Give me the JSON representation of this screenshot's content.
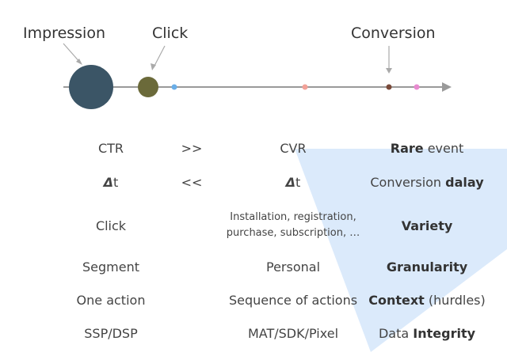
{
  "timeline": {
    "labels": {
      "impression": "Impression",
      "click": "Click",
      "conversion": "Conversion"
    }
  },
  "rows": [
    {
      "col1": "CTR",
      "op": ">>",
      "col2": "CVR",
      "col3_bold": "Rare",
      "col3_rest": " event",
      "bold_first": true
    },
    {
      "col1_delta": "Δ",
      "col1": "t",
      "op": "<<",
      "col2_delta": "Δ",
      "col2": "t",
      "col3_rest": "Conversion ",
      "col3_bold": "dalay",
      "bold_first": false
    },
    {
      "col1": "Click",
      "op": "",
      "col2_line1": "Installation, registration,",
      "col2_line2": "purchase, subscription, …",
      "col3_bold": "Variety",
      "col3_rest": "",
      "bold_first": true
    },
    {
      "col1": "Segment",
      "op": "",
      "col2": "Personal",
      "col3_bold": "Granularity",
      "col3_rest": "",
      "bold_first": true
    },
    {
      "col1": "One action",
      "op": "",
      "col2": "Sequence of actions",
      "col3_bold": "Context",
      "col3_rest": " (hurdles)",
      "bold_first": true
    },
    {
      "col1": "SSP/DSP",
      "op": "",
      "col2": "MAT/SDK/Pixel",
      "col3_rest": "Data ",
      "col3_bold": "Integrity",
      "bold_first": false
    }
  ],
  "colors": {
    "funnel": "#dbeafb",
    "axis": "#9a9a9a",
    "impression_dot": "#3b5566",
    "click_dot": "#6b6a3a",
    "small_dot_blue": "#6aaee8",
    "small_dot_salmon": "#f2a198",
    "conversion_dot": "#7a4a3a",
    "small_dot_pink": "#e88ad0"
  }
}
